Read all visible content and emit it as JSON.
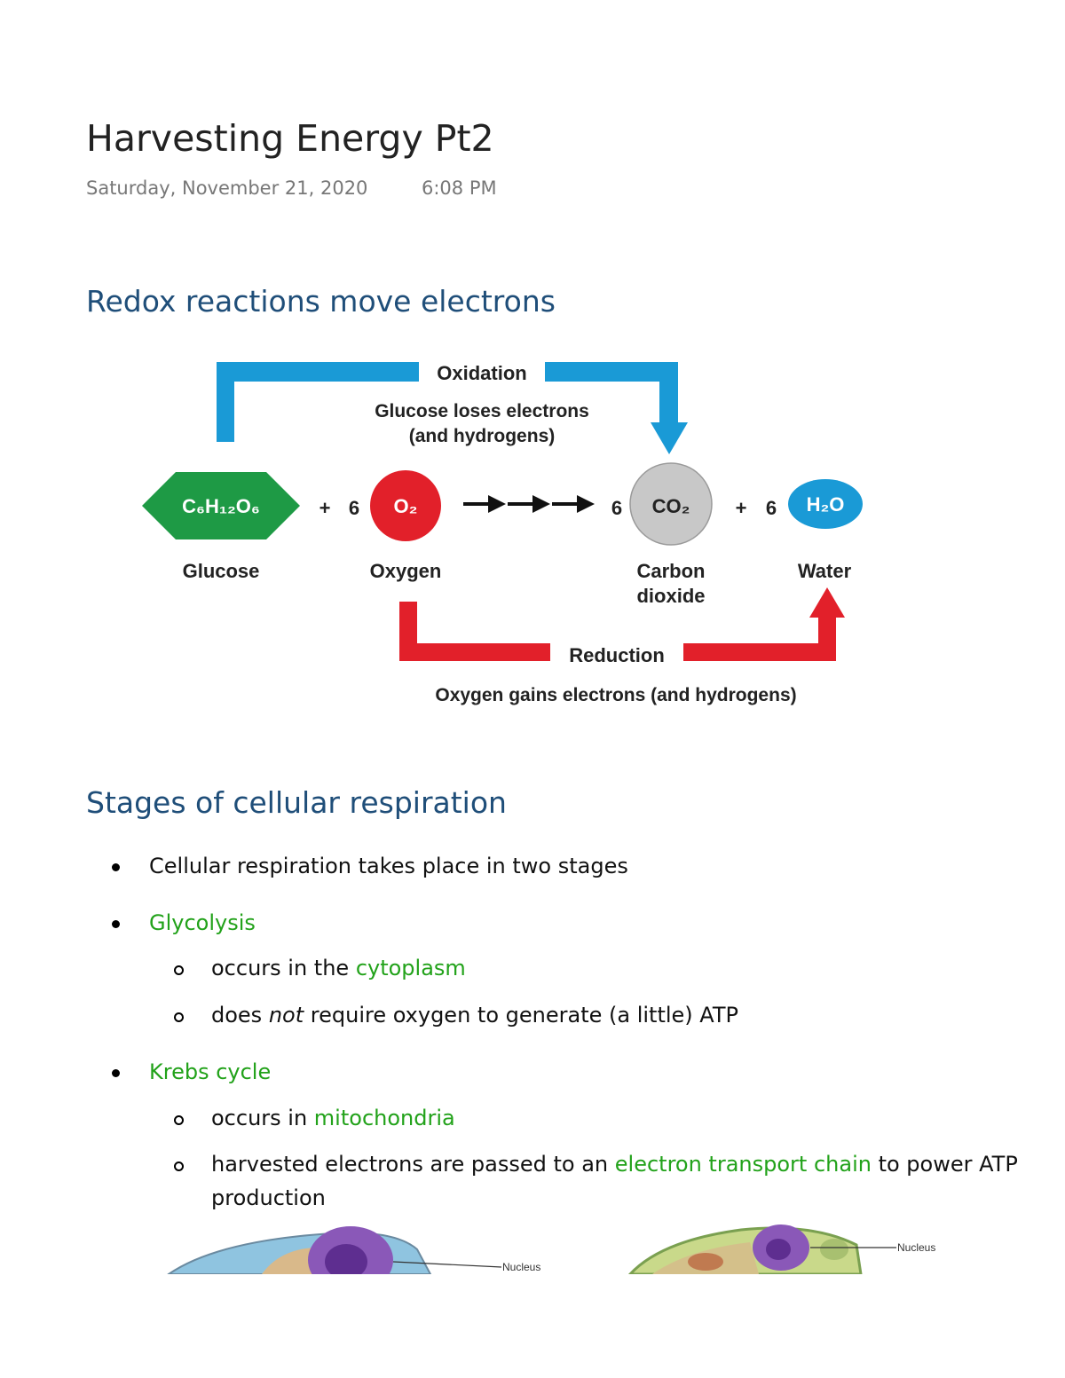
{
  "header": {
    "title": "Harvesting Energy Pt2",
    "date": "Saturday, November 21, 2020",
    "time": "6:08 PM"
  },
  "section1": {
    "heading": "Redox reactions move electrons",
    "diagram": {
      "oxidation_label": "Oxidation",
      "oxidation_desc_line1": "Glucose loses electrons",
      "oxidation_desc_line2": "(and hydrogens)",
      "glucose_formula": "C₆H₁₂O₆",
      "glucose_label": "Glucose",
      "plus1": "+",
      "coef_o2": "6",
      "o2_formula": "O₂",
      "oxygen_label": "Oxygen",
      "coef_co2": "6",
      "co2_formula": "CO₂",
      "co2_label_line1": "Carbon",
      "co2_label_line2": "dioxide",
      "plus2": "+",
      "coef_h2o": "6",
      "h2o_formula": "H₂O",
      "water_label": "Water",
      "reduction_label": "Reduction",
      "reduction_desc": "Oxygen gains electrons (and hydrogens)",
      "colors": {
        "oxidation": "#1a9ad6",
        "reduction": "#e2202a",
        "glucose": "#1e9a45",
        "oxygen": "#e2202a",
        "co2": "#c8c8c8",
        "water": "#1a9ad6"
      }
    }
  },
  "section2": {
    "heading": "Stages of cellular respiration",
    "bullets": {
      "b1": "Cellular respiration takes place in two stages",
      "b2": "Glycolysis",
      "b2_sub1_pre": "occurs in the ",
      "b2_sub1_hl": "cytoplasm",
      "b2_sub2_pre": "does ",
      "b2_sub2_em": "not",
      "b2_sub2_post": " require oxygen to generate (a little) ATP",
      "b3": "Krebs cycle",
      "b3_sub1_pre": "occurs in ",
      "b3_sub1_hl": "mitochondria",
      "b3_sub2_pre": "harvested electrons are passed to an ",
      "b3_sub2_hl": "electron transport chain",
      "b3_sub2_post": " to power ATP",
      "b3_sub2_line2": "production"
    },
    "images": {
      "nucleus_label_left": "Nucleus",
      "nucleus_label_right": "Nucleus"
    }
  }
}
